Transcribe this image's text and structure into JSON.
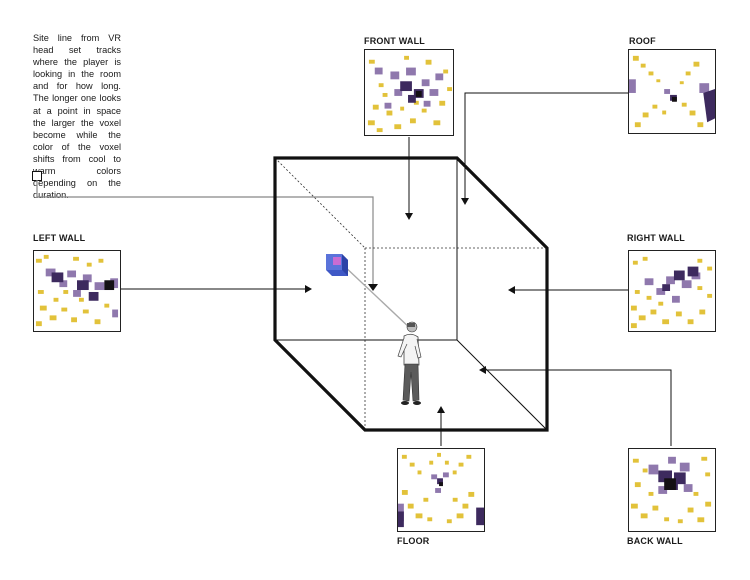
{
  "caption": "Site line from VR head set tracks where the player is looking in the room and for how long. The longer one looks at a point in space the larger the voxel become while the color of the voxel shifts from cool to warm colors depending on the duration.",
  "labels": {
    "front_wall": "FRONT WALL",
    "roof": "ROOF",
    "left_wall": "LEFT WALL",
    "right_wall": "RIGHT WALL",
    "floor": "FLOOR",
    "back_wall": "BACK WALL"
  },
  "colors": {
    "yellow": "#e2c23a",
    "light_purple": "#8f78ad",
    "dark_purple": "#3d2a5e",
    "near_black": "#141014",
    "cube_stroke": "#111111",
    "voxel_blue": "#4a63c9",
    "voxel_pink": "#d46bd1"
  },
  "icons": [
    "gaze-marker-icon",
    "player-figure-icon",
    "voxel-cube-icon"
  ]
}
